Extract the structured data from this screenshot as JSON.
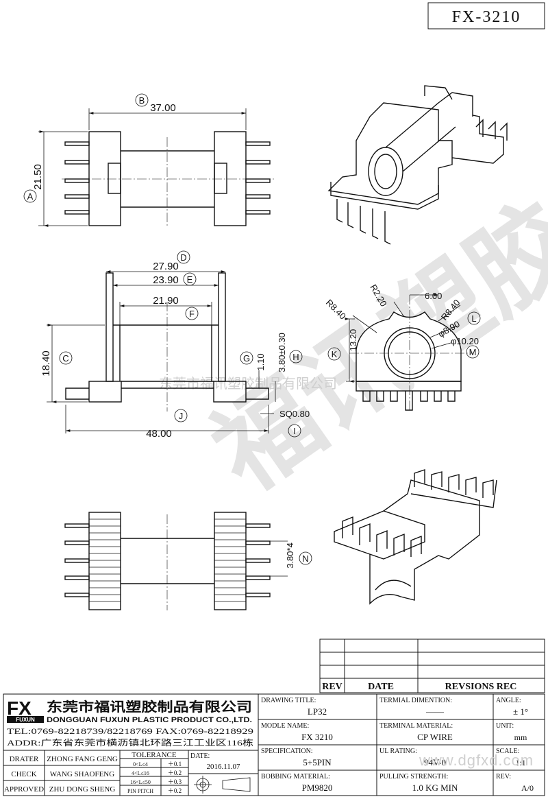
{
  "header": {
    "model_code": "FX-3210"
  },
  "watermark": {
    "brand": "福讯塑胶",
    "company_line": "东莞市福讯塑胶制品有限公司",
    "url": "www.dgfxd.com"
  },
  "dimensions": {
    "B": {
      "letter": "B",
      "value": "37.00"
    },
    "A": {
      "letter": "A",
      "value": "21.50"
    },
    "D": {
      "letter": "D",
      "value": "27.90"
    },
    "E": {
      "letter": "E",
      "value": "23.90"
    },
    "F": {
      "letter": "F",
      "value": "21.90"
    },
    "C": {
      "letter": "C",
      "value": "18.40"
    },
    "G": {
      "letter": "G",
      "value": "1.10"
    },
    "H": {
      "letter": "H",
      "value": "3.80±0.30"
    },
    "J": {
      "letter": "J",
      "value": "48.00"
    },
    "I": {
      "letter": "I",
      "value": "SQ0.80"
    },
    "K": {
      "letter": "K",
      "value": "13.20"
    },
    "L": {
      "letter": "L",
      "value": "φ8.90"
    },
    "M": {
      "letter": "M",
      "value": "φ10.20"
    },
    "N": {
      "letter": "N",
      "value": "3.80*4"
    },
    "R1": {
      "value": "R8.40"
    },
    "R2": {
      "value": "R2.20"
    },
    "W6": {
      "value": "6.00"
    },
    "R3": {
      "value": "R8.40"
    }
  },
  "revision_table": {
    "headers": [
      "REV",
      "DATE",
      "REVSIONS REC"
    ],
    "rows": [
      [
        "",
        "",
        ""
      ],
      [
        "",
        "",
        ""
      ],
      [
        "",
        "",
        ""
      ]
    ]
  },
  "company": {
    "logo_main": "FX",
    "logo_sub": "FUXUN",
    "name_cn": "东莞市福讯塑胶制品有限公司",
    "name_en": "DONGGUAN FUXUN PLASTIC PRODUCT CO.,LTD.",
    "tel": "TEL:0769-82218739/82218769 FAX:0769-82218929",
    "addr": "ADDR:广东省东莞市横沥镇北环路三江工业区116栋"
  },
  "signoff": [
    {
      "role": "DRATER",
      "name": "ZHONG FANG GENG"
    },
    {
      "role": "CHECK",
      "name": "WANG SHAOFENG"
    },
    {
      "role": "APPROVED",
      "name": "ZHU DONG SHENG"
    }
  ],
  "tolerance": {
    "title": "TOLERANCE",
    "rows": [
      {
        "range": "0<L≤4",
        "tol": "＋0.1"
      },
      {
        "range": "4<L≤16",
        "tol": "＋0.2"
      },
      {
        "range": "16<L≤50",
        "tol": "＋0.3"
      },
      {
        "range": "PIN PITCH",
        "tol": "＋0.2"
      }
    ]
  },
  "date": {
    "label": "DATE:",
    "value": "2016.11.07"
  },
  "fields": {
    "drawing_title_label": "DRAWING TITLE:",
    "drawing_title": "LP32",
    "model_name_label": "MODLE NAME:",
    "model_name": "FX 3210",
    "specification_label": "SPECIFICATION:",
    "specification": "5+5PIN",
    "bobbing_material_label": "BOBBING MATERIAL:",
    "bobbing_material": "PM9820",
    "terminal_dimension_label": "TERMIAL DIMENTION:",
    "terminal_dimension": "——",
    "terminal_material_label": "TERMINAL MATERIAL:",
    "terminal_material": "CP WIRE",
    "ul_rating_label": "UL RATING:",
    "ul_rating": "94V-0",
    "pulling_strength_label": "PULLING STRENGTH:",
    "pulling_strength": "1.0 KG MIN",
    "angle_label": "ANGLE:",
    "angle": "± 1°",
    "unit_label": "UNIT:",
    "unit": "mm",
    "scale_label": "SCALE:",
    "scale": "1:1",
    "rev_label": "REV:",
    "rev": "A/0"
  }
}
